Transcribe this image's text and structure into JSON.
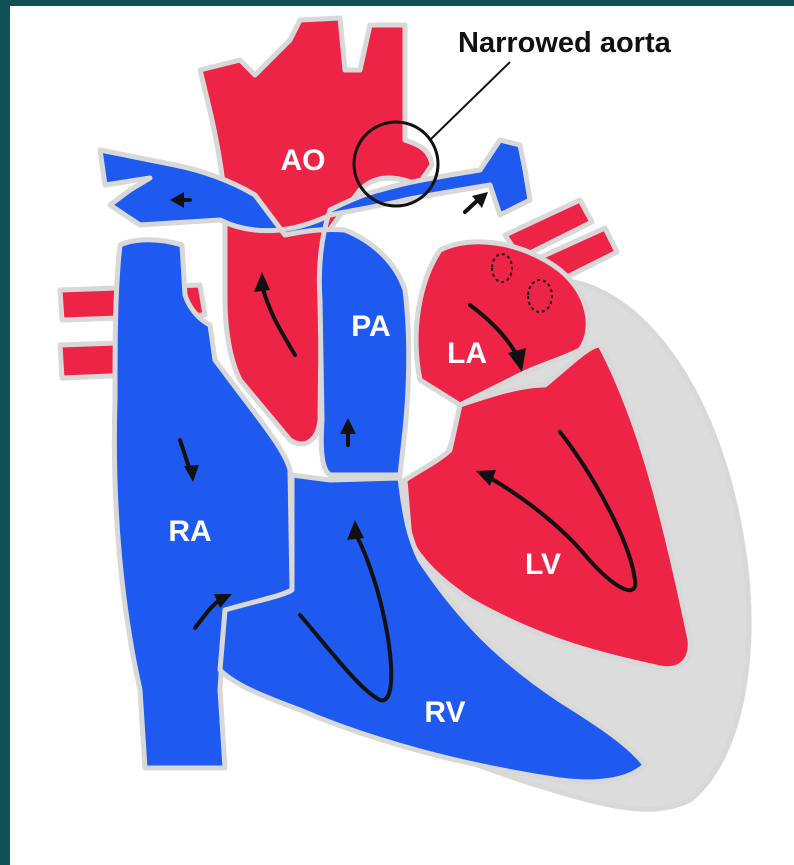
{
  "diagram": {
    "callout": "Narrowed aorta",
    "labels": {
      "ao": "AO",
      "pa": "PA",
      "la": "LA",
      "ra": "RA",
      "lv": "LV",
      "rv": "RV"
    },
    "colors": {
      "oxygenated": "#ee2447",
      "deoxygenated": "#1f5af0",
      "muscle": "#dcdcdc",
      "outline": "#d8d8d8",
      "background": "#0e5256"
    }
  }
}
